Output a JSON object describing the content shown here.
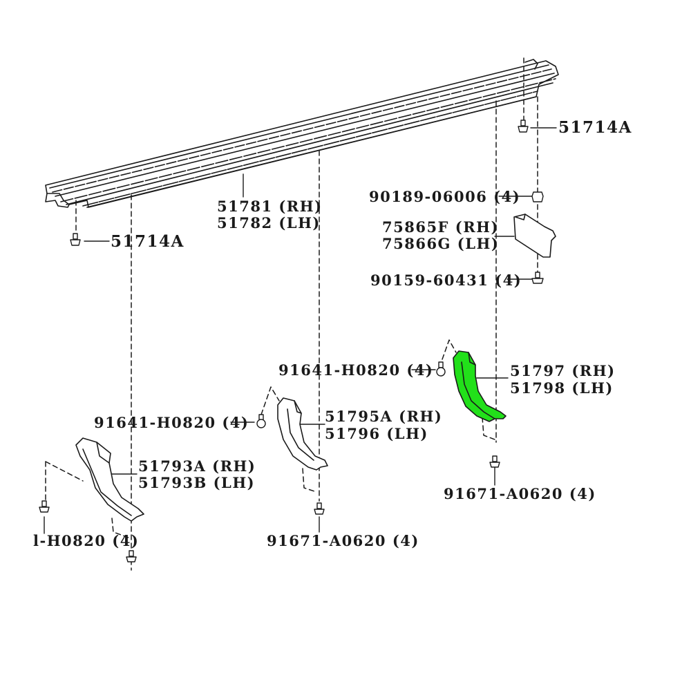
{
  "diagram": {
    "type": "exploded parts diagram",
    "highlight_color": "#22e01a",
    "line_color": "#1a1a1a",
    "background": "#ffffff"
  },
  "labels": {
    "clip_top_right": "51714A",
    "clip_left": "51714A",
    "step_rh": "51781 (RH)",
    "step_lh": "51782 (LH)",
    "nut_90189": "90189-06006 (4)",
    "pad_rh": "75865F (RH)",
    "pad_lh": "75866G (LH)",
    "bolt_90159": "90159-60431 (4)",
    "bolt_center_upper": "91641-H0820 (4)",
    "bracket_rear_rh": "51797 (RH)",
    "bracket_rear_lh": "51798 (LH)",
    "bolt_center_left": "91641-H0820 (4)",
    "bracket_mid_rh": "51795A (RH)",
    "bracket_mid_lh": "51796 (LH)",
    "bracket_front_rh": "51793A (RH)",
    "bracket_front_lh": "51793B (LH)",
    "bolt_right_lower": "91671-A0620 (4)",
    "bolt_center_lower": "91671-A0620 (4)",
    "bolt_left_lower": "l-H0820 (4)"
  },
  "parts": [
    {
      "id": "51781",
      "name": "Running board step",
      "side": "RH"
    },
    {
      "id": "51782",
      "name": "Running board step",
      "side": "LH"
    },
    {
      "id": "51714A",
      "name": "Clip"
    },
    {
      "id": "90189-06006",
      "name": "Nut",
      "qty": 4
    },
    {
      "id": "75865F",
      "name": "Pad",
      "side": "RH"
    },
    {
      "id": "75866G",
      "name": "Pad",
      "side": "LH"
    },
    {
      "id": "90159-60431",
      "name": "Bolt",
      "qty": 4
    },
    {
      "id": "91641-H0820",
      "name": "Bolt",
      "qty": 4
    },
    {
      "id": "51797",
      "name": "Step bracket (highlighted)",
      "side": "RH"
    },
    {
      "id": "51798",
      "name": "Step bracket (highlighted)",
      "side": "LH"
    },
    {
      "id": "51795A",
      "name": "Step bracket",
      "side": "RH"
    },
    {
      "id": "51796",
      "name": "Step bracket",
      "side": "LH"
    },
    {
      "id": "51793A",
      "name": "Step bracket",
      "side": "RH"
    },
    {
      "id": "51793B",
      "name": "Step bracket",
      "side": "LH"
    },
    {
      "id": "91671-A0620",
      "name": "Bolt",
      "qty": 4
    }
  ]
}
